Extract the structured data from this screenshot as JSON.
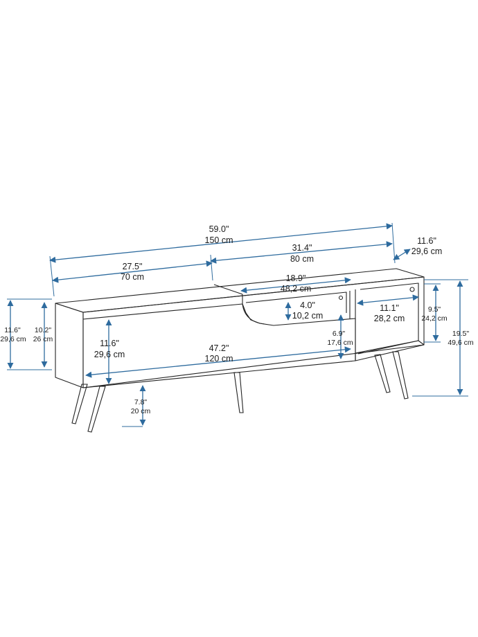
{
  "colors": {
    "dimension": "#2e6b9e",
    "outline": "#222222",
    "text": "#1a1a1a",
    "background": "#ffffff"
  },
  "dimensions": {
    "total_width": {
      "in": "59.0\"",
      "cm": "150 cm"
    },
    "left_section_width": {
      "in": "27.5\"",
      "cm": "70 cm"
    },
    "right_section_width": {
      "in": "31.4\"",
      "cm": "80 cm"
    },
    "depth": {
      "in": "11.6\"",
      "cm": "29,6 cm"
    },
    "open_shelf_width": {
      "in": "18.9\"",
      "cm": "48,2 cm"
    },
    "shelf_gap_height": {
      "in": "4.0\"",
      "cm": "10,2 cm"
    },
    "side_compartment_width": {
      "in": "11.1\"",
      "cm": "28,2 cm"
    },
    "side_compartment_height": {
      "in": "9.5\"",
      "cm": "24,2 cm"
    },
    "total_height": {
      "in": "19.5\"",
      "cm": "49,6 cm"
    },
    "body_height_outer": {
      "in": "11.6\"",
      "cm": "29,6 cm"
    },
    "body_height_inner": {
      "in": "10.2\"",
      "cm": "26 cm"
    },
    "door_height": {
      "in": "11.6\"",
      "cm": "29,6 cm"
    },
    "door_width": {
      "in": "47.2\"",
      "cm": "120 cm"
    },
    "drawer_height": {
      "in": "6.9\"",
      "cm": "17,6 cm"
    },
    "leg_height": {
      "in": "7.8\"",
      "cm": "20 cm"
    }
  }
}
